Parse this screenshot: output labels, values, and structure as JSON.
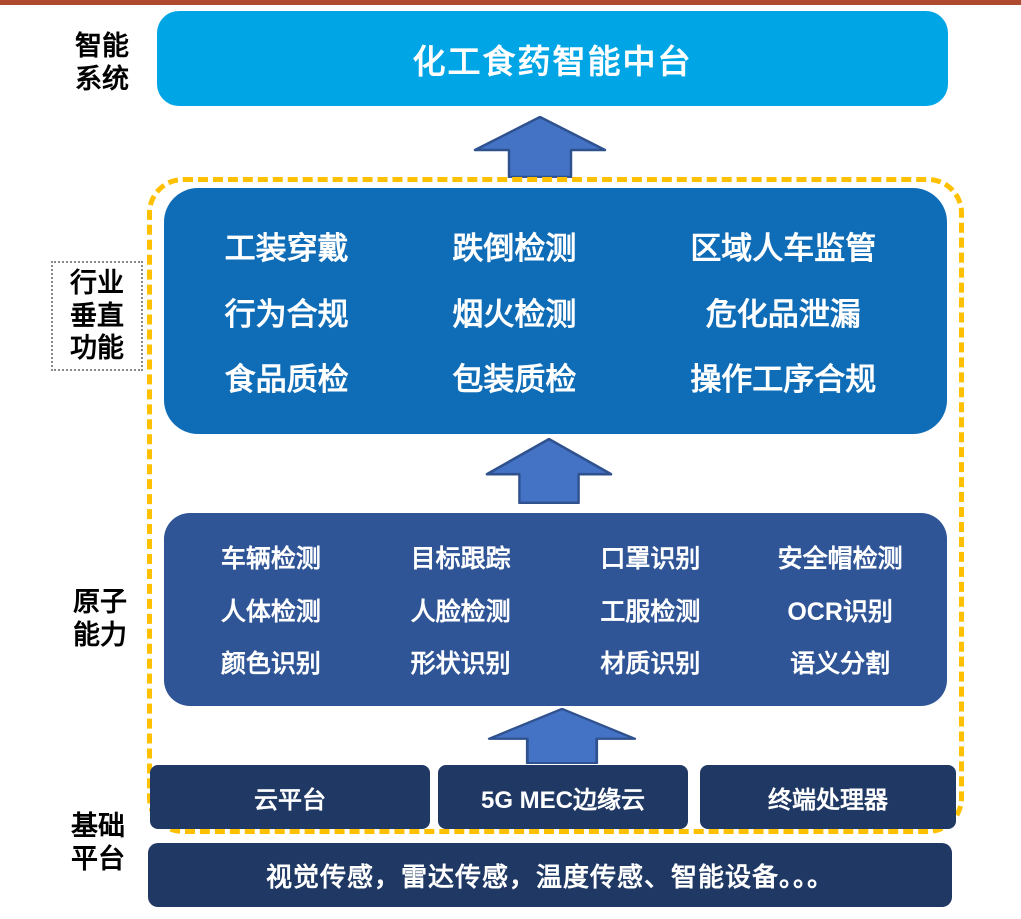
{
  "colors": {
    "top_bar": "#AE4A2F",
    "top_box": "#00A5E5",
    "vertical_functions_box": "#0F6CB6",
    "atomic_capability_box": "#2F5597",
    "infrastructure_box": "#1F3864",
    "arrow_fill": "#4472C4",
    "arrow_stroke": "#2F528F",
    "dashed_border": "#FFC000"
  },
  "side_labels": {
    "intelligent_system": "智能\n系统",
    "vertical_functions": "行业\n垂直\n功能",
    "atomic_capability": "原子\n能力",
    "base_platform": "基础\n平台"
  },
  "top_box": {
    "title": "化工食药智能中台"
  },
  "vertical_functions_box": {
    "items": [
      "工装穿戴",
      "跌倒检测",
      "区域人车监管",
      "行为合规",
      "烟火检测",
      "危化品泄漏",
      "食品质检",
      "包装质检",
      "操作工序合规"
    ]
  },
  "atomic_capability_box": {
    "items": [
      "车辆检测",
      "目标跟踪",
      "口罩识别",
      "安全帽检测",
      "人体检测",
      "人脸检测",
      "工服检测",
      "OCR识别",
      "颜色识别",
      "形状识别",
      "材质识别",
      "语义分割"
    ]
  },
  "infrastructure_boxes": [
    "云平台",
    "5G MEC边缘云",
    "终端处理器"
  ],
  "sensor_bar": {
    "text": "视觉传感，雷达传感，温度传感、智能设备。。。"
  }
}
